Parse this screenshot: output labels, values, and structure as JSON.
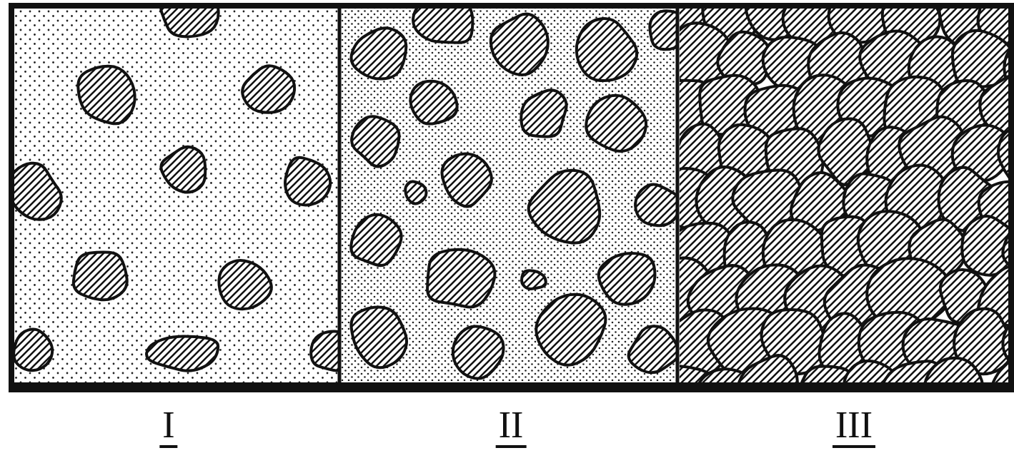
{
  "diagram": {
    "labels": [
      "I",
      "II",
      "III"
    ]
  }
}
